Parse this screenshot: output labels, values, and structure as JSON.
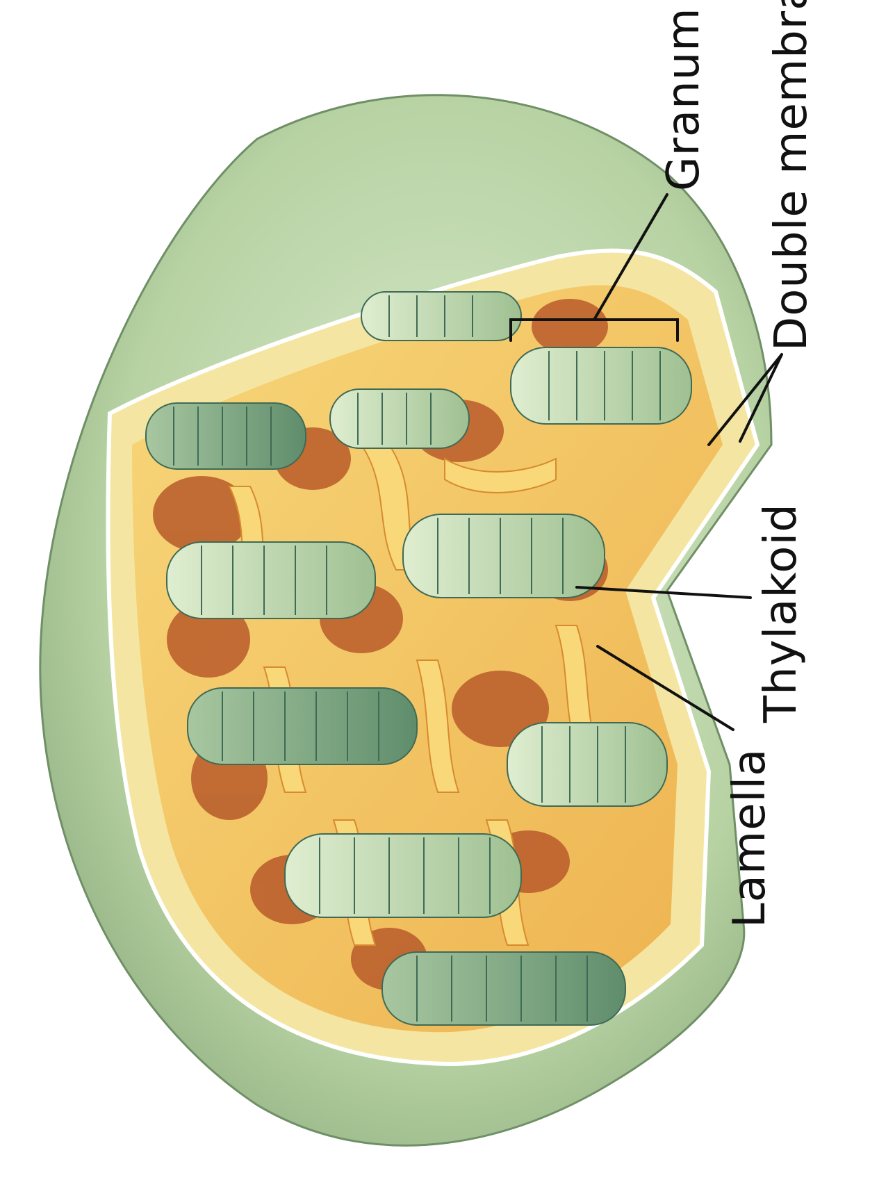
{
  "diagram": {
    "labels": {
      "granum": "Granum",
      "double_membrane": "Double membrane",
      "thylakoid": "Thylakoid",
      "lamella": "Lamella"
    },
    "colors": {
      "outer_shell": "#bcd5a8",
      "shell_dark": "#8fae80",
      "inner_rim": "#f4e6a2",
      "stroma": "#f5cf6e",
      "stroma_dark": "#e59a3a",
      "dark_patch": "#b85a2a",
      "granum_light": "#cfe3bd",
      "granum_mid": "#a9c79a",
      "granum_dark": "#6e9a78"
    }
  }
}
